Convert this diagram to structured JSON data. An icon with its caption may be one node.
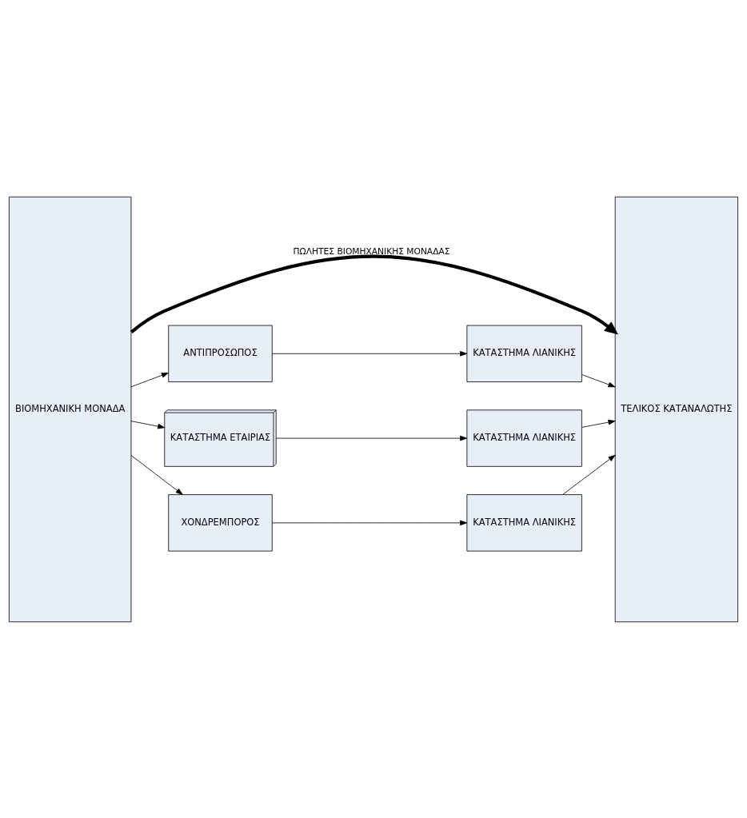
{
  "diagram": {
    "nodes": [
      {
        "text": [
          "ΒΙΟΜΗΧΑΝΙΚΗ ΜΟΝΑΔΑ"
        ]
      },
      {
        "text": [
          "ΤΕΛΙΚΟΣ ΚΑΤΑΝΑΛΩΤΗΣ"
        ]
      },
      {
        "text": [
          "ΑΝΤΙΠΡΟΣΩΠΟΣ"
        ]
      },
      {
        "text": [
          "ΚΑΤΑΣΤΗΜΑ ΛΙΑΝΙΚΗΣ"
        ]
      },
      {
        "text": [
          "ΚΑΤΑΣΤΗΜΑ ΕΤΑΙΡΙΑΣ"
        ]
      },
      {
        "text": [
          "ΚΑΤΑΣΤΗΜΑ ΛΙΑΝΙΚΗΣ"
        ]
      },
      {
        "text": [
          "ΧΟΝΔΡΕΜΠΟΡΟΣ"
        ]
      },
      {
        "text": [
          "ΚΑΤΑΣΤΗΜΑ ΛΙΑΝΙΚΗΣ"
        ]
      }
    ],
    "edges": [
      {
        "from": 0,
        "to": 1,
        "arrow": "to",
        "label": "ΠΩΛΗΤΕΣ ΒΙΟΜΗΧΑΝΙΚΗΣ ΜΟΝΑΔΑΣ",
        "style": "thick"
      },
      {
        "from": 0,
        "to": 2,
        "arrow": "to"
      },
      {
        "from": 2,
        "to": 3,
        "arrow": "to"
      },
      {
        "from": 3,
        "to": 1,
        "arrow": "to"
      },
      {
        "from": 0,
        "to": 4,
        "arrow": "to"
      },
      {
        "from": 4,
        "to": 5,
        "arrow": "to"
      },
      {
        "from": 5,
        "to": 1,
        "arrow": "to"
      },
      {
        "from": 0,
        "to": 6,
        "arrow": "to"
      },
      {
        "from": 6,
        "to": 7,
        "arrow": "to"
      },
      {
        "from": 7,
        "to": 1,
        "arrow": "to"
      }
    ]
  }
}
